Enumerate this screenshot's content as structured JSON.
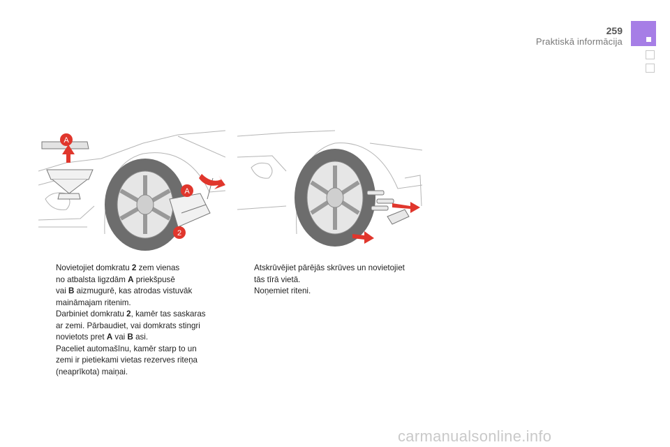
{
  "header": {
    "page_number": "259",
    "section_title": "Praktiskā informācija"
  },
  "illustration_left": {
    "label_a": "A",
    "label_2": "2"
  },
  "left_column": {
    "bullet_glyph": "",
    "items": [
      {
        "lines": [
          [
            {
              "t": "Novietojiet domkratu "
            },
            {
              "t": "2",
              "b": true
            },
            {
              "t": " zem vienas"
            }
          ],
          [
            {
              "t": "no atbalsta ligzdām "
            },
            {
              "t": "A",
              "b": true
            },
            {
              "t": " priekšpusē"
            }
          ],
          [
            {
              "t": "vai "
            },
            {
              "t": "B",
              "b": true
            },
            {
              "t": " aizmugurē, kas atrodas vistuvāk"
            }
          ],
          [
            {
              "t": "maināmajam ritenim."
            }
          ]
        ]
      },
      {
        "lines": [
          [
            {
              "t": "Darbiniet domkratu "
            },
            {
              "t": "2",
              "b": true
            },
            {
              "t": ", kamēr tas saskaras"
            }
          ],
          [
            {
              "t": "ar zemi. Pārbaudiet, vai domkrats stingri"
            }
          ],
          [
            {
              "t": "novietots pret "
            },
            {
              "t": "A",
              "b": true
            },
            {
              "t": " vai "
            },
            {
              "t": "B",
              "b": true
            },
            {
              "t": " asi."
            }
          ]
        ]
      },
      {
        "lines": [
          [
            {
              "t": "Paceliet automašīnu, kamēr starp to un"
            }
          ],
          [
            {
              "t": "zemi ir pietiekami vietas rezerves riteņa"
            }
          ],
          [
            {
              "t": "(neaprīkota) maiņai."
            }
          ]
        ]
      }
    ]
  },
  "right_column": {
    "bullet_glyph": "",
    "items": [
      {
        "lines": [
          [
            {
              "t": "Atskrūvējiet pārējās skrūves un novietojiet"
            }
          ],
          [
            {
              "t": "tās tīrā vietā."
            }
          ]
        ]
      },
      {
        "lines": [
          [
            {
              "t": "Noņemiet riteni."
            }
          ]
        ]
      }
    ]
  },
  "footer": {
    "watermark": "carmanualsonline.info"
  },
  "colors": {
    "accent": "#a67ee6",
    "arrow_red": "#e0362c",
    "line_gray": "#9a9a9a"
  }
}
